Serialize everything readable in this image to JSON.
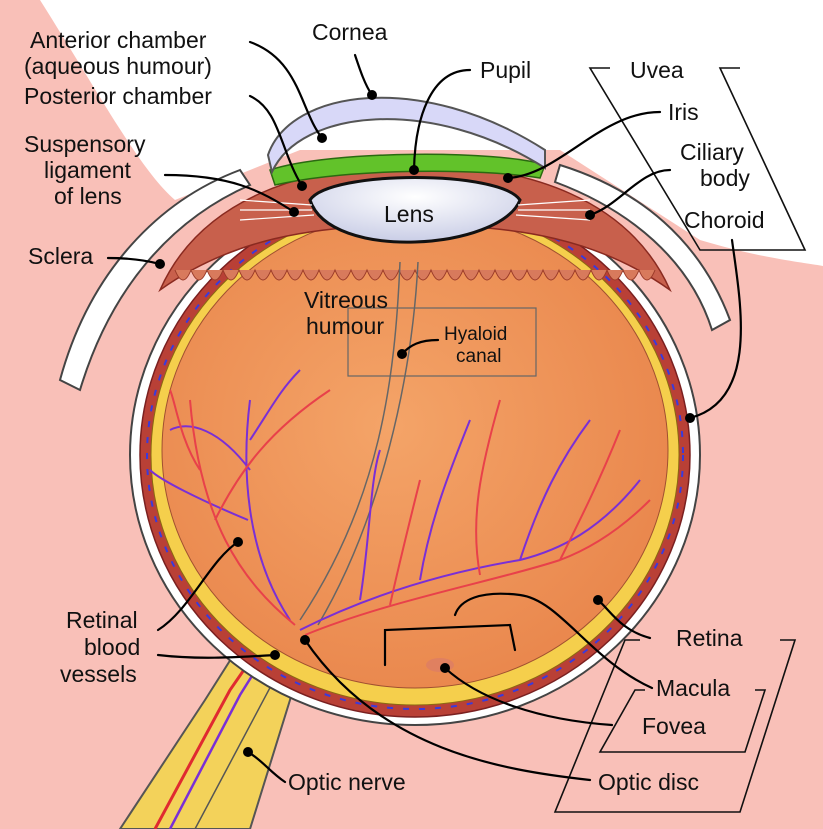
{
  "labels": {
    "anterior_chamber_1": "Anterior chamber",
    "anterior_chamber_2": "(aqueous humour)",
    "posterior_chamber": "Posterior chamber",
    "suspensory_1": "Suspensory",
    "suspensory_2": "ligament",
    "suspensory_3": "of lens",
    "sclera": "Sclera",
    "cornea": "Cornea",
    "pupil": "Pupil",
    "uvea": "Uvea",
    "iris": "Iris",
    "ciliary_1": "Ciliary",
    "ciliary_2": "body",
    "choroid": "Choroid",
    "lens": "Lens",
    "vitreous_1": "Vitreous",
    "vitreous_2": "humour",
    "hyaloid_1": "Hyaloid",
    "hyaloid_2": "canal",
    "retinal_1": "Retinal",
    "retinal_2": "blood",
    "retinal_3": "vessels",
    "retina": "Retina",
    "macula": "Macula",
    "fovea": "Fovea",
    "optic_disc": "Optic disc",
    "optic_nerve": "Optic nerve"
  },
  "colors": {
    "background_pink": "#f9c0b8",
    "sclera": "#ffffff",
    "vitreous": "#f0955a",
    "retina_layer": "#f6d350",
    "choroid_layer": "#c0483a",
    "iris": "#62c22a",
    "cornea": "#d8d8f8",
    "lens": "#e8eaf6",
    "artery": "#e8414a",
    "vein": "#7a2fd6"
  }
}
